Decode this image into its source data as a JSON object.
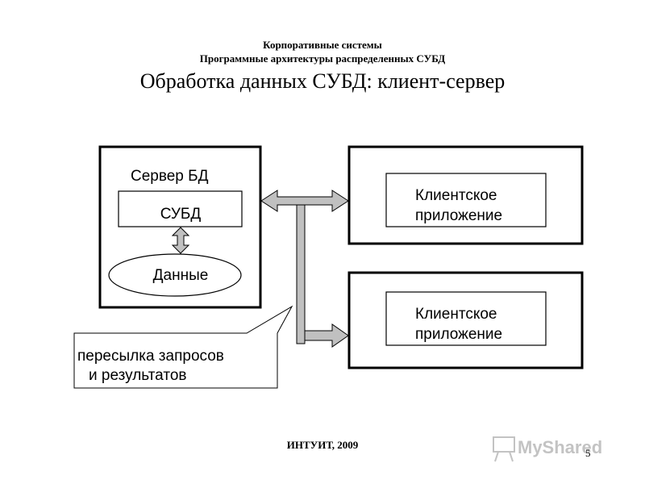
{
  "header": {
    "line1": "Корпоративные системы",
    "line2": "Программные архитектуры распределенных СУБД"
  },
  "title": "Обработка данных СУБД: клиент-сервер",
  "server": {
    "label": "Сервер БД",
    "dbms": "СУБД",
    "data": "Данные"
  },
  "clients": [
    {
      "line1": "Клиентское",
      "line2": "приложение"
    },
    {
      "line1": "Клиентское",
      "line2": "приложение"
    }
  ],
  "callout": {
    "line1": "пересылка запросов",
    "line2": "и результатов"
  },
  "footer": "ИНТУИТ, 2009",
  "watermark": {
    "text": "MyShared",
    "slide_number": "5"
  },
  "colors": {
    "arrow_fill": "#c0c0c0",
    "line": "#000000"
  }
}
